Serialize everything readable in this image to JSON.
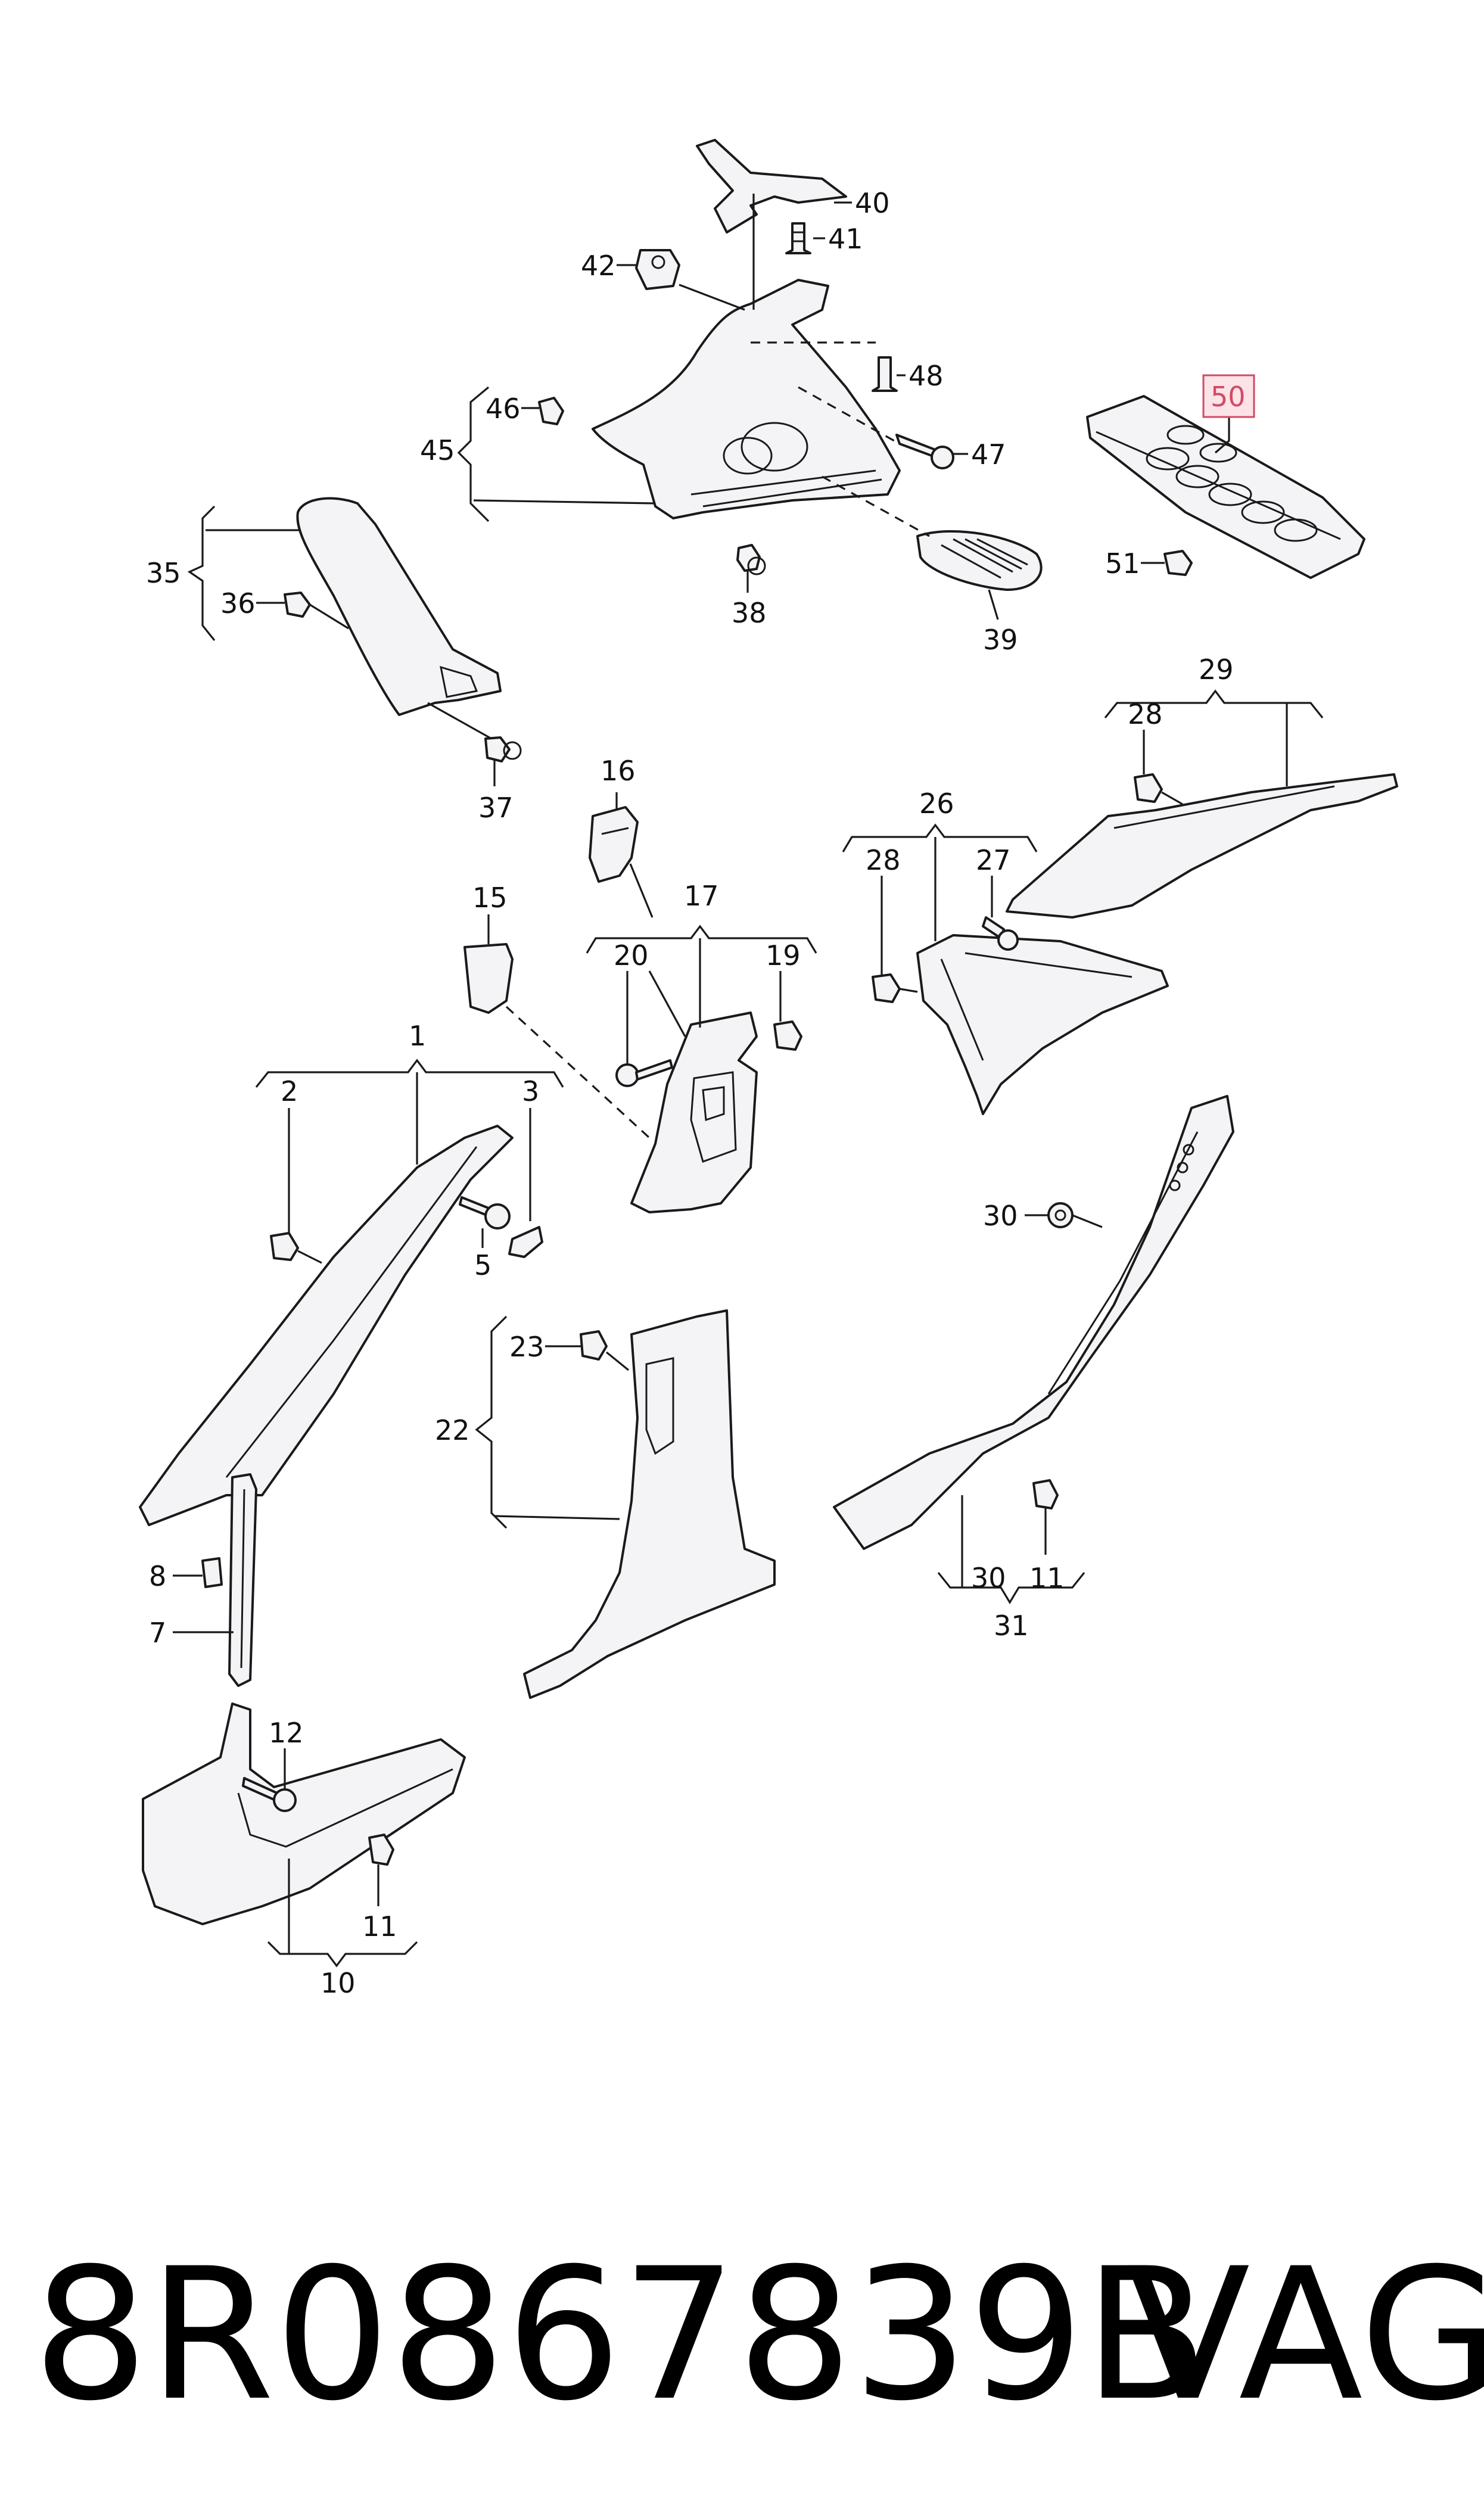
{
  "callouts": {
    "c1": "1",
    "c2": "2",
    "c3": "3",
    "c5": "5",
    "c7": "7",
    "c8": "8",
    "c10": "10",
    "c11a": "11",
    "c11b": "11",
    "c12": "12",
    "c15": "15",
    "c16": "16",
    "c17": "17",
    "c19": "19",
    "c20": "20",
    "c22": "22",
    "c23": "23",
    "c26": "26",
    "c27": "27",
    "c28a": "28",
    "c28b": "28",
    "c29": "29",
    "c30a": "30",
    "c30b": "30",
    "c31": "31",
    "c35": "35",
    "c36": "36",
    "c37": "37",
    "c38": "38",
    "c39": "39",
    "c40": "40",
    "c41": "41",
    "c42": "42",
    "c45": "45",
    "c46": "46",
    "c47": "47",
    "c48": "48",
    "c50": "50",
    "c51": "51"
  },
  "highlighted_callout": "50",
  "colors": {
    "highlight_fill": "#fbe3e8",
    "highlight_stroke": "#d24a64"
  },
  "footer": {
    "part_number": "8R0867839B",
    "brand": "VAG"
  }
}
